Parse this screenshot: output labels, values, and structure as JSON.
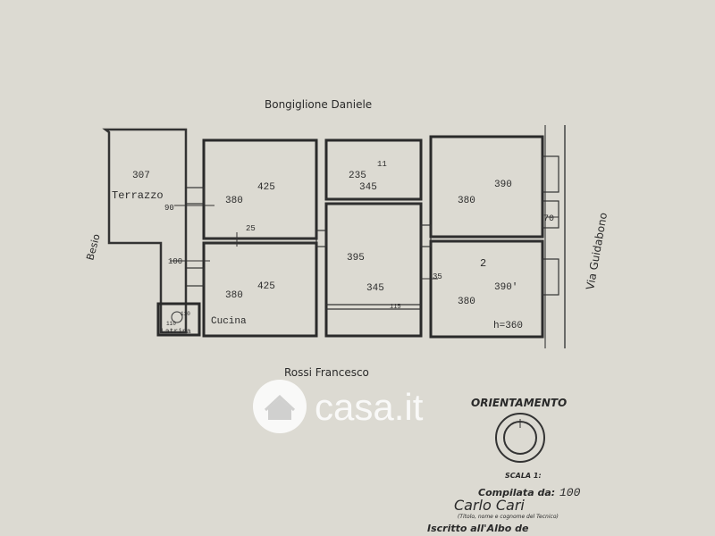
{
  "neighbors": {
    "top": "Bongiglione Daniele",
    "bottom": "Rossi Francesco",
    "left": "Besio",
    "right": "Via Guidabono"
  },
  "rooms": {
    "terrazzo": {
      "name": "Terrazzo",
      "dim": "307"
    },
    "cucina": {
      "name": "Cucina"
    },
    "latrina": {
      "name": "Latrina",
      "note_a": "110",
      "note_b": "110"
    },
    "r1": {
      "w": "380",
      "h": "425"
    },
    "r2": {
      "w": "380",
      "h": "425"
    },
    "r3": {
      "w": "235",
      "h": "345",
      "mark": "11"
    },
    "r4": {
      "w": "395",
      "h": "345"
    },
    "r5": {
      "w": "380",
      "h": "390"
    },
    "r6": {
      "w": "380",
      "h": "390'",
      "mark": "2"
    }
  },
  "dims": {
    "wall_left_upper": "90",
    "wall_left_lower": "100",
    "wall_mid": "25",
    "wall_right": "70",
    "wall_r6": "35",
    "small_bottom": "115",
    "height": "h=360"
  },
  "orientation": {
    "label": "ORIENTAMENTO"
  },
  "footer": {
    "scale": "SCALA 1:",
    "compiled_by": "Compilata da:",
    "scale_value": "100",
    "signature": "Carlo Cari",
    "title_note": "(Titolo, nome e cognome del Tecnico)",
    "register": "Iscritto all'Albo de"
  },
  "watermark": {
    "text": "casa.it"
  },
  "colors": {
    "paper": "#dcdad2",
    "ink": "#2a2a2a",
    "watermark": "#ffffff"
  }
}
